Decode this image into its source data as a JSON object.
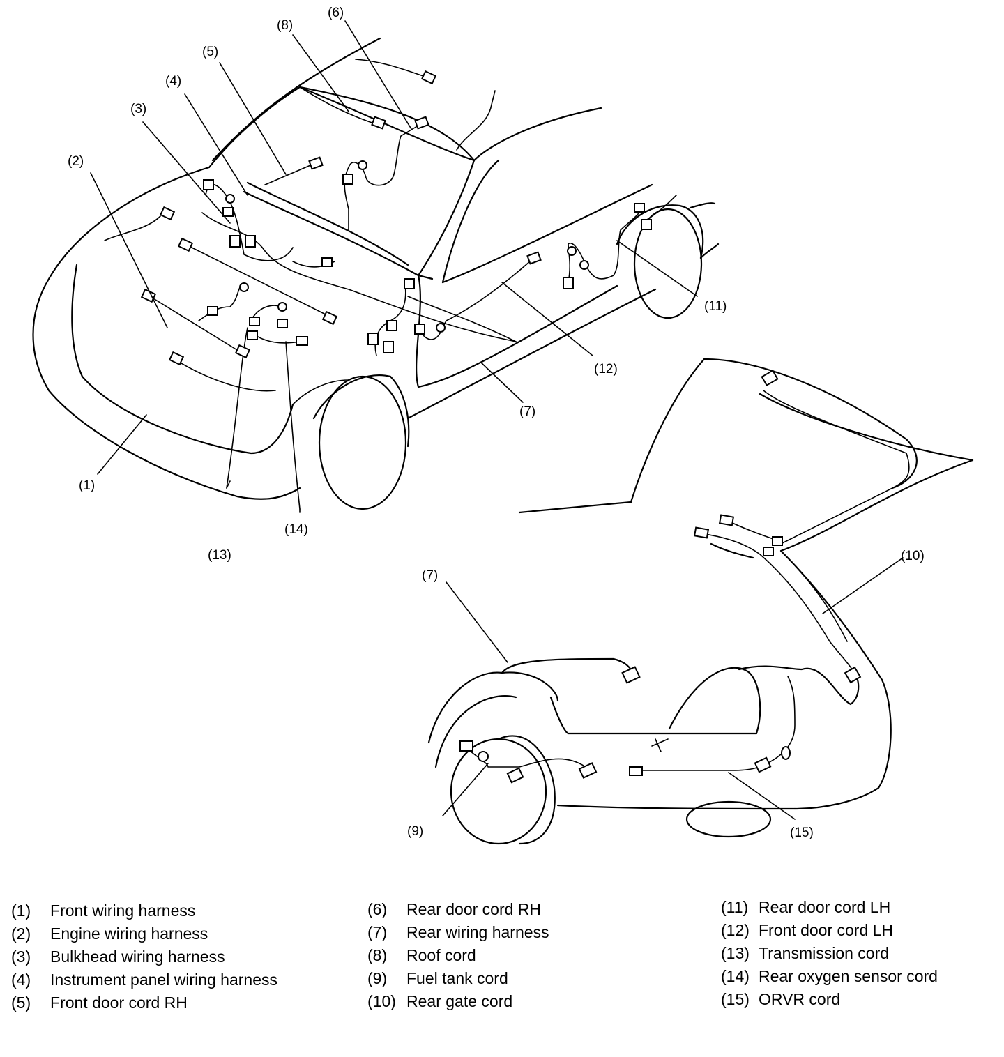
{
  "callouts": {
    "c1": "(1)",
    "c2": "(2)",
    "c3": "(3)",
    "c4": "(4)",
    "c5": "(5)",
    "c6": "(6)",
    "c7": "(7)",
    "c7b": "(7)",
    "c8": "(8)",
    "c9": "(9)",
    "c10": "(10)",
    "c11": "(11)",
    "c12": "(12)",
    "c13": "(13)",
    "c14": "(14)",
    "c15": "(15)"
  },
  "legend": [
    {
      "num": "(1)",
      "label": "Front wiring harness"
    },
    {
      "num": "(2)",
      "label": "Engine wiring harness"
    },
    {
      "num": "(3)",
      "label": "Bulkhead wiring harness"
    },
    {
      "num": "(4)",
      "label": "Instrument panel wiring harness"
    },
    {
      "num": "(5)",
      "label": "Front door cord RH"
    },
    {
      "num": "(6)",
      "label": "Rear door cord RH"
    },
    {
      "num": "(7)",
      "label": "Rear wiring harness"
    },
    {
      "num": "(8)",
      "label": "Roof cord"
    },
    {
      "num": "(9)",
      "label": "Fuel tank cord"
    },
    {
      "num": "(10)",
      "label": "Rear gate cord"
    },
    {
      "num": "(11)",
      "label": "Rear door cord LH"
    },
    {
      "num": "(12)",
      "label": "Front door cord LH"
    },
    {
      "num": "(13)",
      "label": "Transmission cord"
    },
    {
      "num": "(14)",
      "label": "Rear oxygen sensor cord"
    },
    {
      "num": "(15)",
      "label": "ORVR cord"
    }
  ]
}
